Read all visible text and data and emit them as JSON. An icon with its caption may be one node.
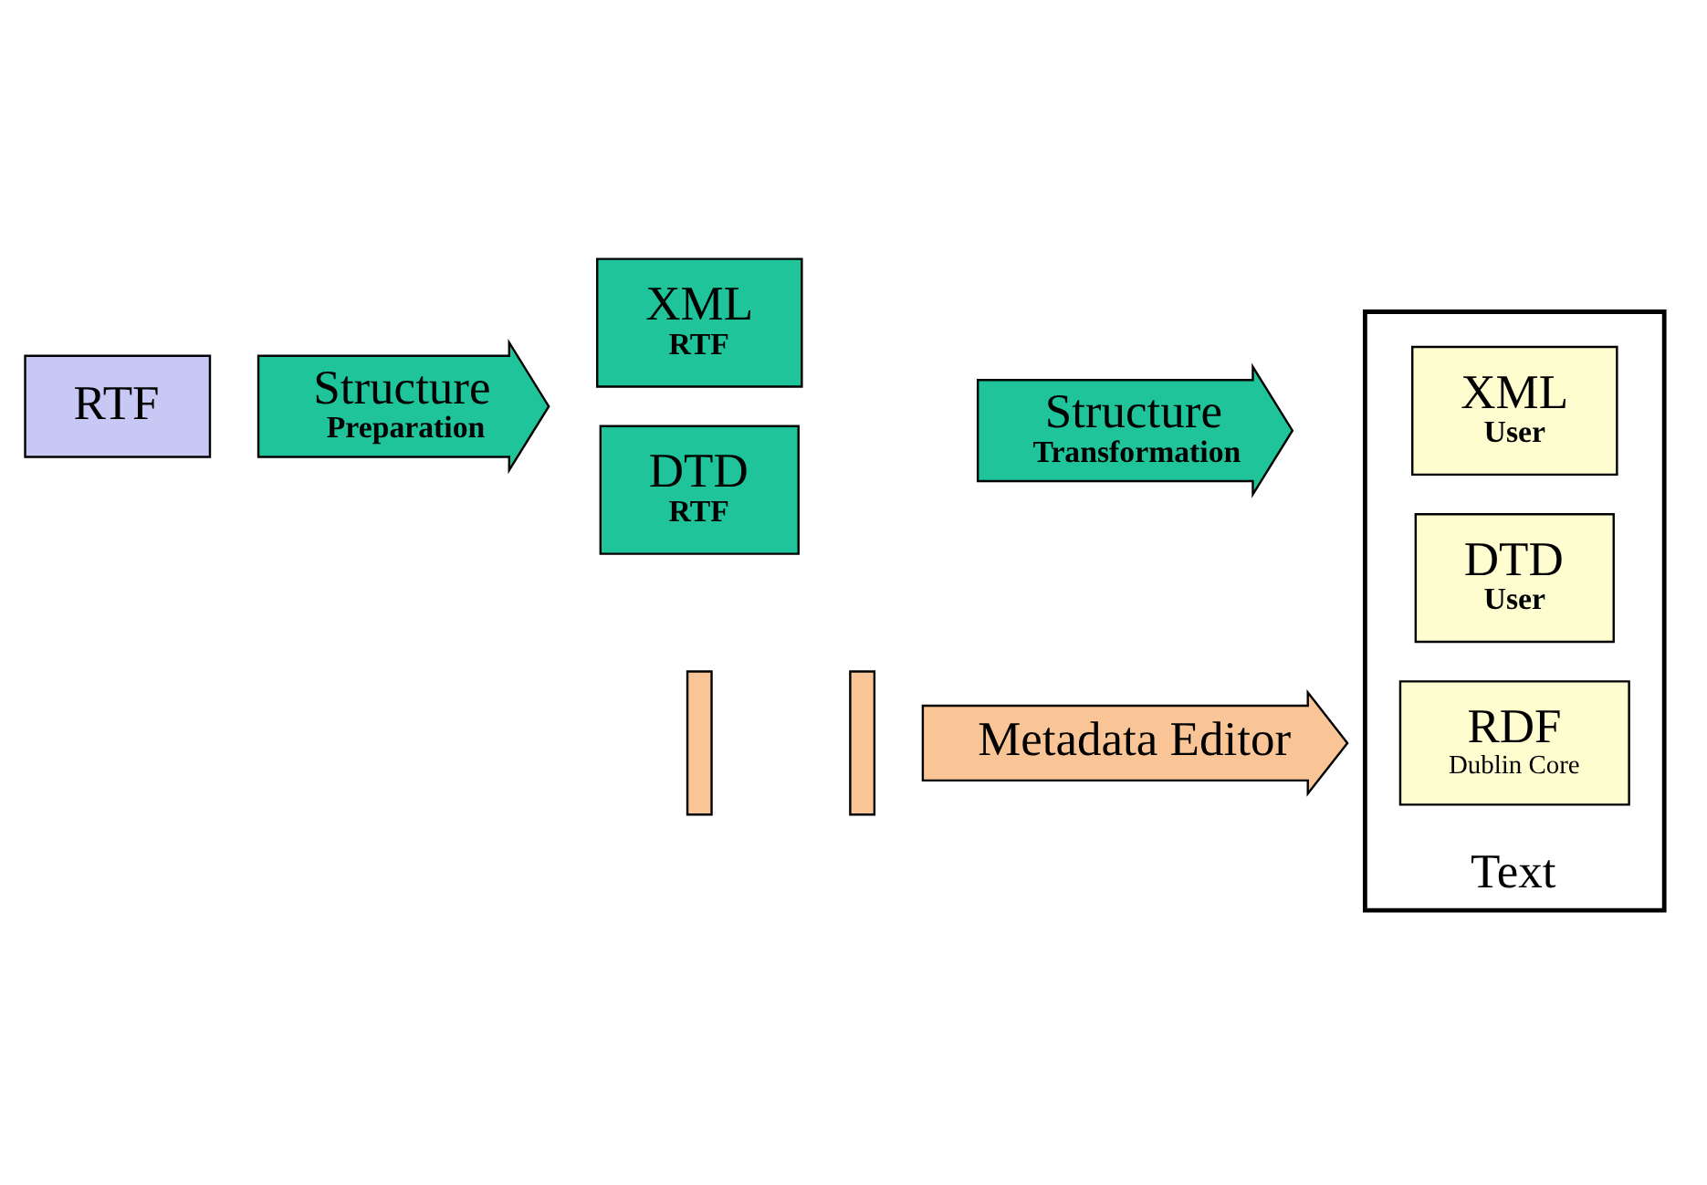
{
  "diagram": {
    "nodes": [
      {
        "text": [
          "RTF"
        ]
      },
      {
        "text": [
          "Structure",
          "Preparation"
        ]
      },
      {
        "text": [
          "XML",
          "RTF"
        ]
      },
      {
        "text": [
          "DTD",
          "RTF"
        ]
      },
      {
        "text": [
          "Structure",
          "Transformation"
        ]
      },
      {
        "text": [
          "Text"
        ]
      },
      {
        "text": [
          "XML",
          "User"
        ],
        "in": 5
      },
      {
        "text": [
          "DTD",
          "User"
        ],
        "in": 5
      },
      {
        "text": [
          "RDF",
          "Dublin Core"
        ],
        "in": 5
      },
      {
        "text": [],
        "shape": "bar"
      },
      {
        "text": [],
        "shape": "bar"
      },
      {
        "text": [
          "Metadata Editor"
        ]
      }
    ],
    "edges": []
  }
}
